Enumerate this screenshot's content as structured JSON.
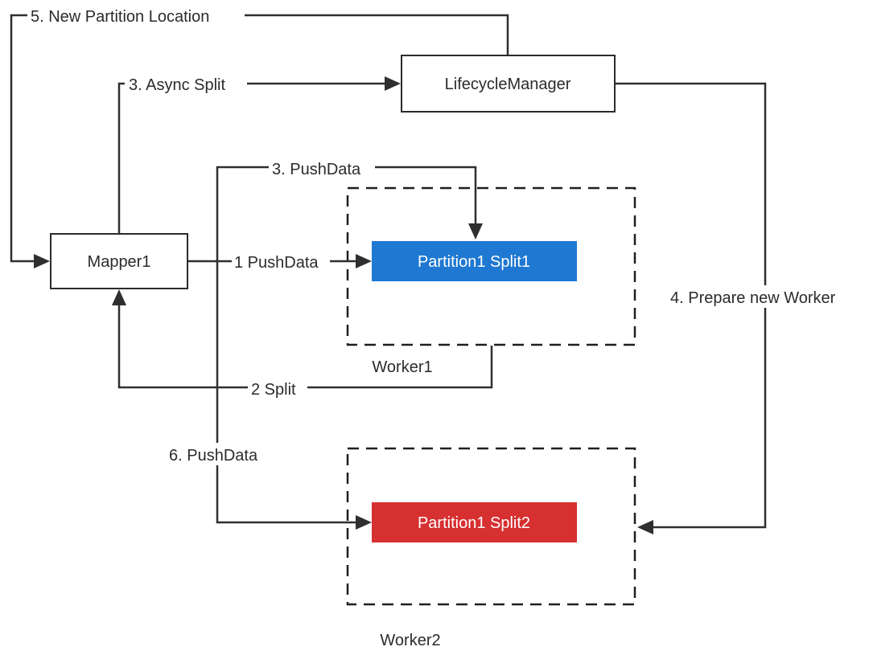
{
  "nodes": {
    "lifecycle_manager": "LifecycleManager",
    "mapper": "Mapper1",
    "partition_split1": "Partition1 Split1",
    "partition_split2": "Partition1 Split2",
    "worker1": "Worker1",
    "worker2": "Worker2"
  },
  "edges": {
    "new_partition_location": "5. New Partition Location",
    "async_split": "3. Async Split",
    "push_data_3": "3. PushData",
    "push_data_1": "1 PushData",
    "split_2": "2 Split",
    "prepare_new_worker": "4. Prepare new Worker",
    "push_data_6": "6. PushData"
  },
  "colors": {
    "split1_fill": "#1f78d1",
    "split2_fill": "#d63031",
    "line": "#2f2f2f"
  }
}
